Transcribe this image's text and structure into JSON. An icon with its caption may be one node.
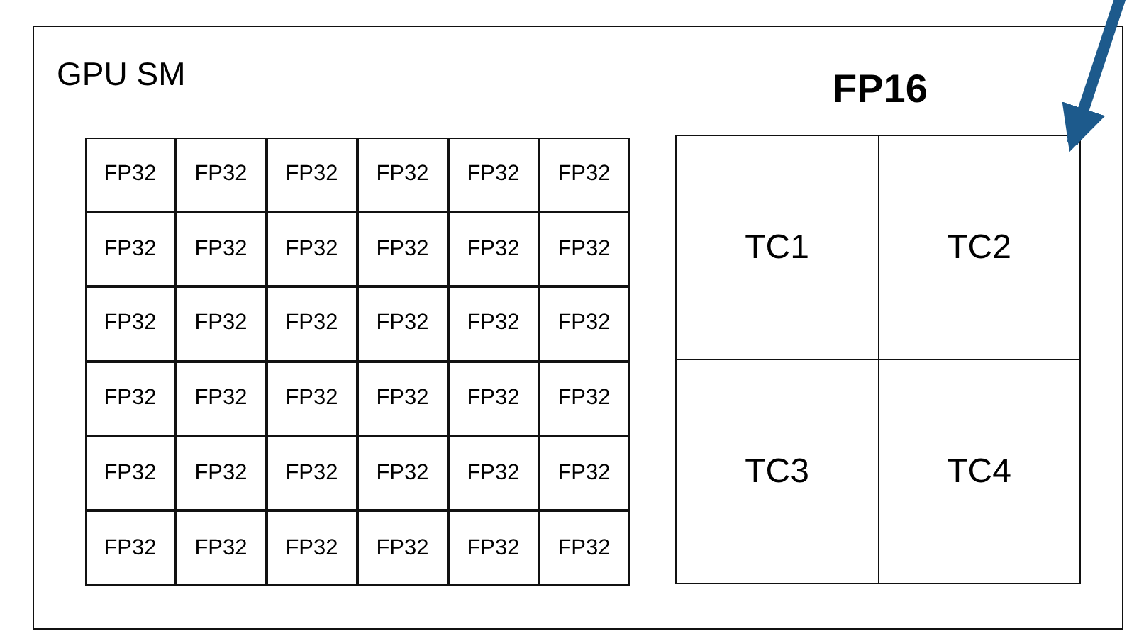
{
  "diagram": {
    "nodes": [
      {
        "text": [
          "GPU SM"
        ]
      },
      {
        "text": [
          "FP32"
        ],
        "in": 0
      },
      {
        "text": [
          "FP32"
        ],
        "in": 0
      },
      {
        "text": [
          "FP32"
        ],
        "in": 0
      },
      {
        "text": [
          "FP32"
        ],
        "in": 0
      },
      {
        "text": [
          "FP32"
        ],
        "in": 0
      },
      {
        "text": [
          "FP32"
        ],
        "in": 0
      },
      {
        "text": [
          "FP32"
        ],
        "in": 0
      },
      {
        "text": [
          "FP32"
        ],
        "in": 0
      },
      {
        "text": [
          "FP32"
        ],
        "in": 0
      },
      {
        "text": [
          "FP32"
        ],
        "in": 0
      },
      {
        "text": [
          "FP32"
        ],
        "in": 0
      },
      {
        "text": [
          "FP32"
        ],
        "in": 0
      },
      {
        "text": [
          "FP32"
        ],
        "in": 0
      },
      {
        "text": [
          "FP32"
        ],
        "in": 0
      },
      {
        "text": [
          "FP32"
        ],
        "in": 0
      },
      {
        "text": [
          "FP32"
        ],
        "in": 0
      },
      {
        "text": [
          "FP32"
        ],
        "in": 0
      },
      {
        "text": [
          "FP32"
        ],
        "in": 0
      },
      {
        "text": [
          "FP32"
        ],
        "in": 0
      },
      {
        "text": [
          "FP32"
        ],
        "in": 0
      },
      {
        "text": [
          "FP32"
        ],
        "in": 0
      },
      {
        "text": [
          "FP32"
        ],
        "in": 0
      },
      {
        "text": [
          "FP32"
        ],
        "in": 0
      },
      {
        "text": [
          "FP32"
        ],
        "in": 0
      },
      {
        "text": [
          "FP32"
        ],
        "in": 0
      },
      {
        "text": [
          "FP32"
        ],
        "in": 0
      },
      {
        "text": [
          "FP32"
        ],
        "in": 0
      },
      {
        "text": [
          "FP32"
        ],
        "in": 0
      },
      {
        "text": [
          "FP32"
        ],
        "in": 0
      },
      {
        "text": [
          "FP32"
        ],
        "in": 0
      },
      {
        "text": [
          "FP32"
        ],
        "in": 0
      },
      {
        "text": [
          "FP32"
        ],
        "in": 0
      },
      {
        "text": [
          "FP32"
        ],
        "in": 0
      },
      {
        "text": [
          "FP32"
        ],
        "in": 0
      },
      {
        "text": [
          "FP32"
        ],
        "in": 0
      },
      {
        "text": [
          "FP32"
        ],
        "in": 0
      },
      {
        "text": [
          "FP16"
        ],
        "in": 0
      },
      {
        "text": [
          "TC1"
        ],
        "in": 37
      },
      {
        "text": [
          "TC2"
        ],
        "in": 37
      },
      {
        "text": [
          "TC3"
        ],
        "in": 37
      },
      {
        "text": [
          "TC4"
        ],
        "in": 37
      }
    ],
    "edges": [
      {
        "from": null,
        "to": 37,
        "arrow": "to"
      }
    ]
  }
}
